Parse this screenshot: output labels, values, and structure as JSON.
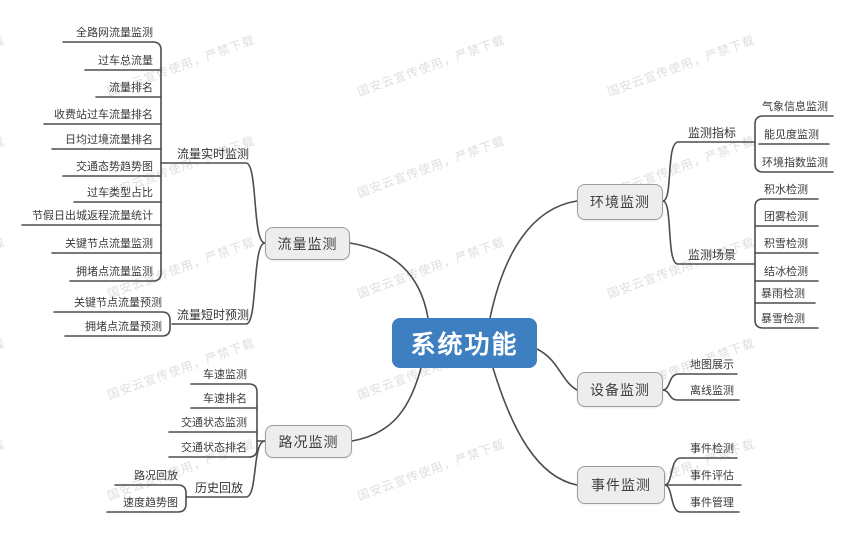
{
  "watermark": {
    "text": "国安云宣传使用，严禁下载"
  },
  "colors": {
    "central_bg": "#3d7fc1",
    "central_text": "#ffffff",
    "branch_bg": "#ededed",
    "branch_border": "#9c9c9c",
    "connector": "#4d4d4d",
    "watermark": "#dedede"
  },
  "mindmap": {
    "root": {
      "label": "系统功能"
    },
    "branches": [
      {
        "label": "流量监测",
        "children": [
          {
            "label": "流量实时监测",
            "children": [
              {
                "label": "全路网流量监测"
              },
              {
                "label": "过车总流量"
              },
              {
                "label": "流量排名"
              },
              {
                "label": "收费站过车流量排名"
              },
              {
                "label": "日均过境流量排名"
              },
              {
                "label": "交通态势趋势图"
              },
              {
                "label": "过车类型占比"
              },
              {
                "label": "节假日出城返程流量统计"
              },
              {
                "label": "关键节点流量监测"
              },
              {
                "label": "拥堵点流量监测"
              }
            ]
          },
          {
            "label": "流量短时预测",
            "children": [
              {
                "label": "关键节点流量预测"
              },
              {
                "label": "拥堵点流量预测"
              }
            ]
          }
        ]
      },
      {
        "label": "路况监测",
        "children": [
          {
            "label": "车速监测"
          },
          {
            "label": "车速排名"
          },
          {
            "label": "交通状态监测"
          },
          {
            "label": "交通状态排名"
          },
          {
            "label": "历史回放",
            "children": [
              {
                "label": "路况回放"
              },
              {
                "label": "速度趋势图"
              }
            ]
          }
        ]
      },
      {
        "label": "环境监测",
        "children": [
          {
            "label": "监测指标",
            "children": [
              {
                "label": "气象信息监测"
              },
              {
                "label": "能见度监测"
              },
              {
                "label": "环境指数监测"
              }
            ]
          },
          {
            "label": "监测场景",
            "children": [
              {
                "label": "积水检测"
              },
              {
                "label": "团雾检测"
              },
              {
                "label": "积雪检测"
              },
              {
                "label": "结冰检测"
              },
              {
                "label": "暴雨检测"
              },
              {
                "label": "暴雪检测"
              }
            ]
          }
        ]
      },
      {
        "label": "设备监测",
        "children": [
          {
            "label": "地图展示"
          },
          {
            "label": "离线监测"
          }
        ]
      },
      {
        "label": "事件监测",
        "children": [
          {
            "label": "事件检测"
          },
          {
            "label": "事件评估"
          },
          {
            "label": "事件管理"
          }
        ]
      }
    ]
  }
}
